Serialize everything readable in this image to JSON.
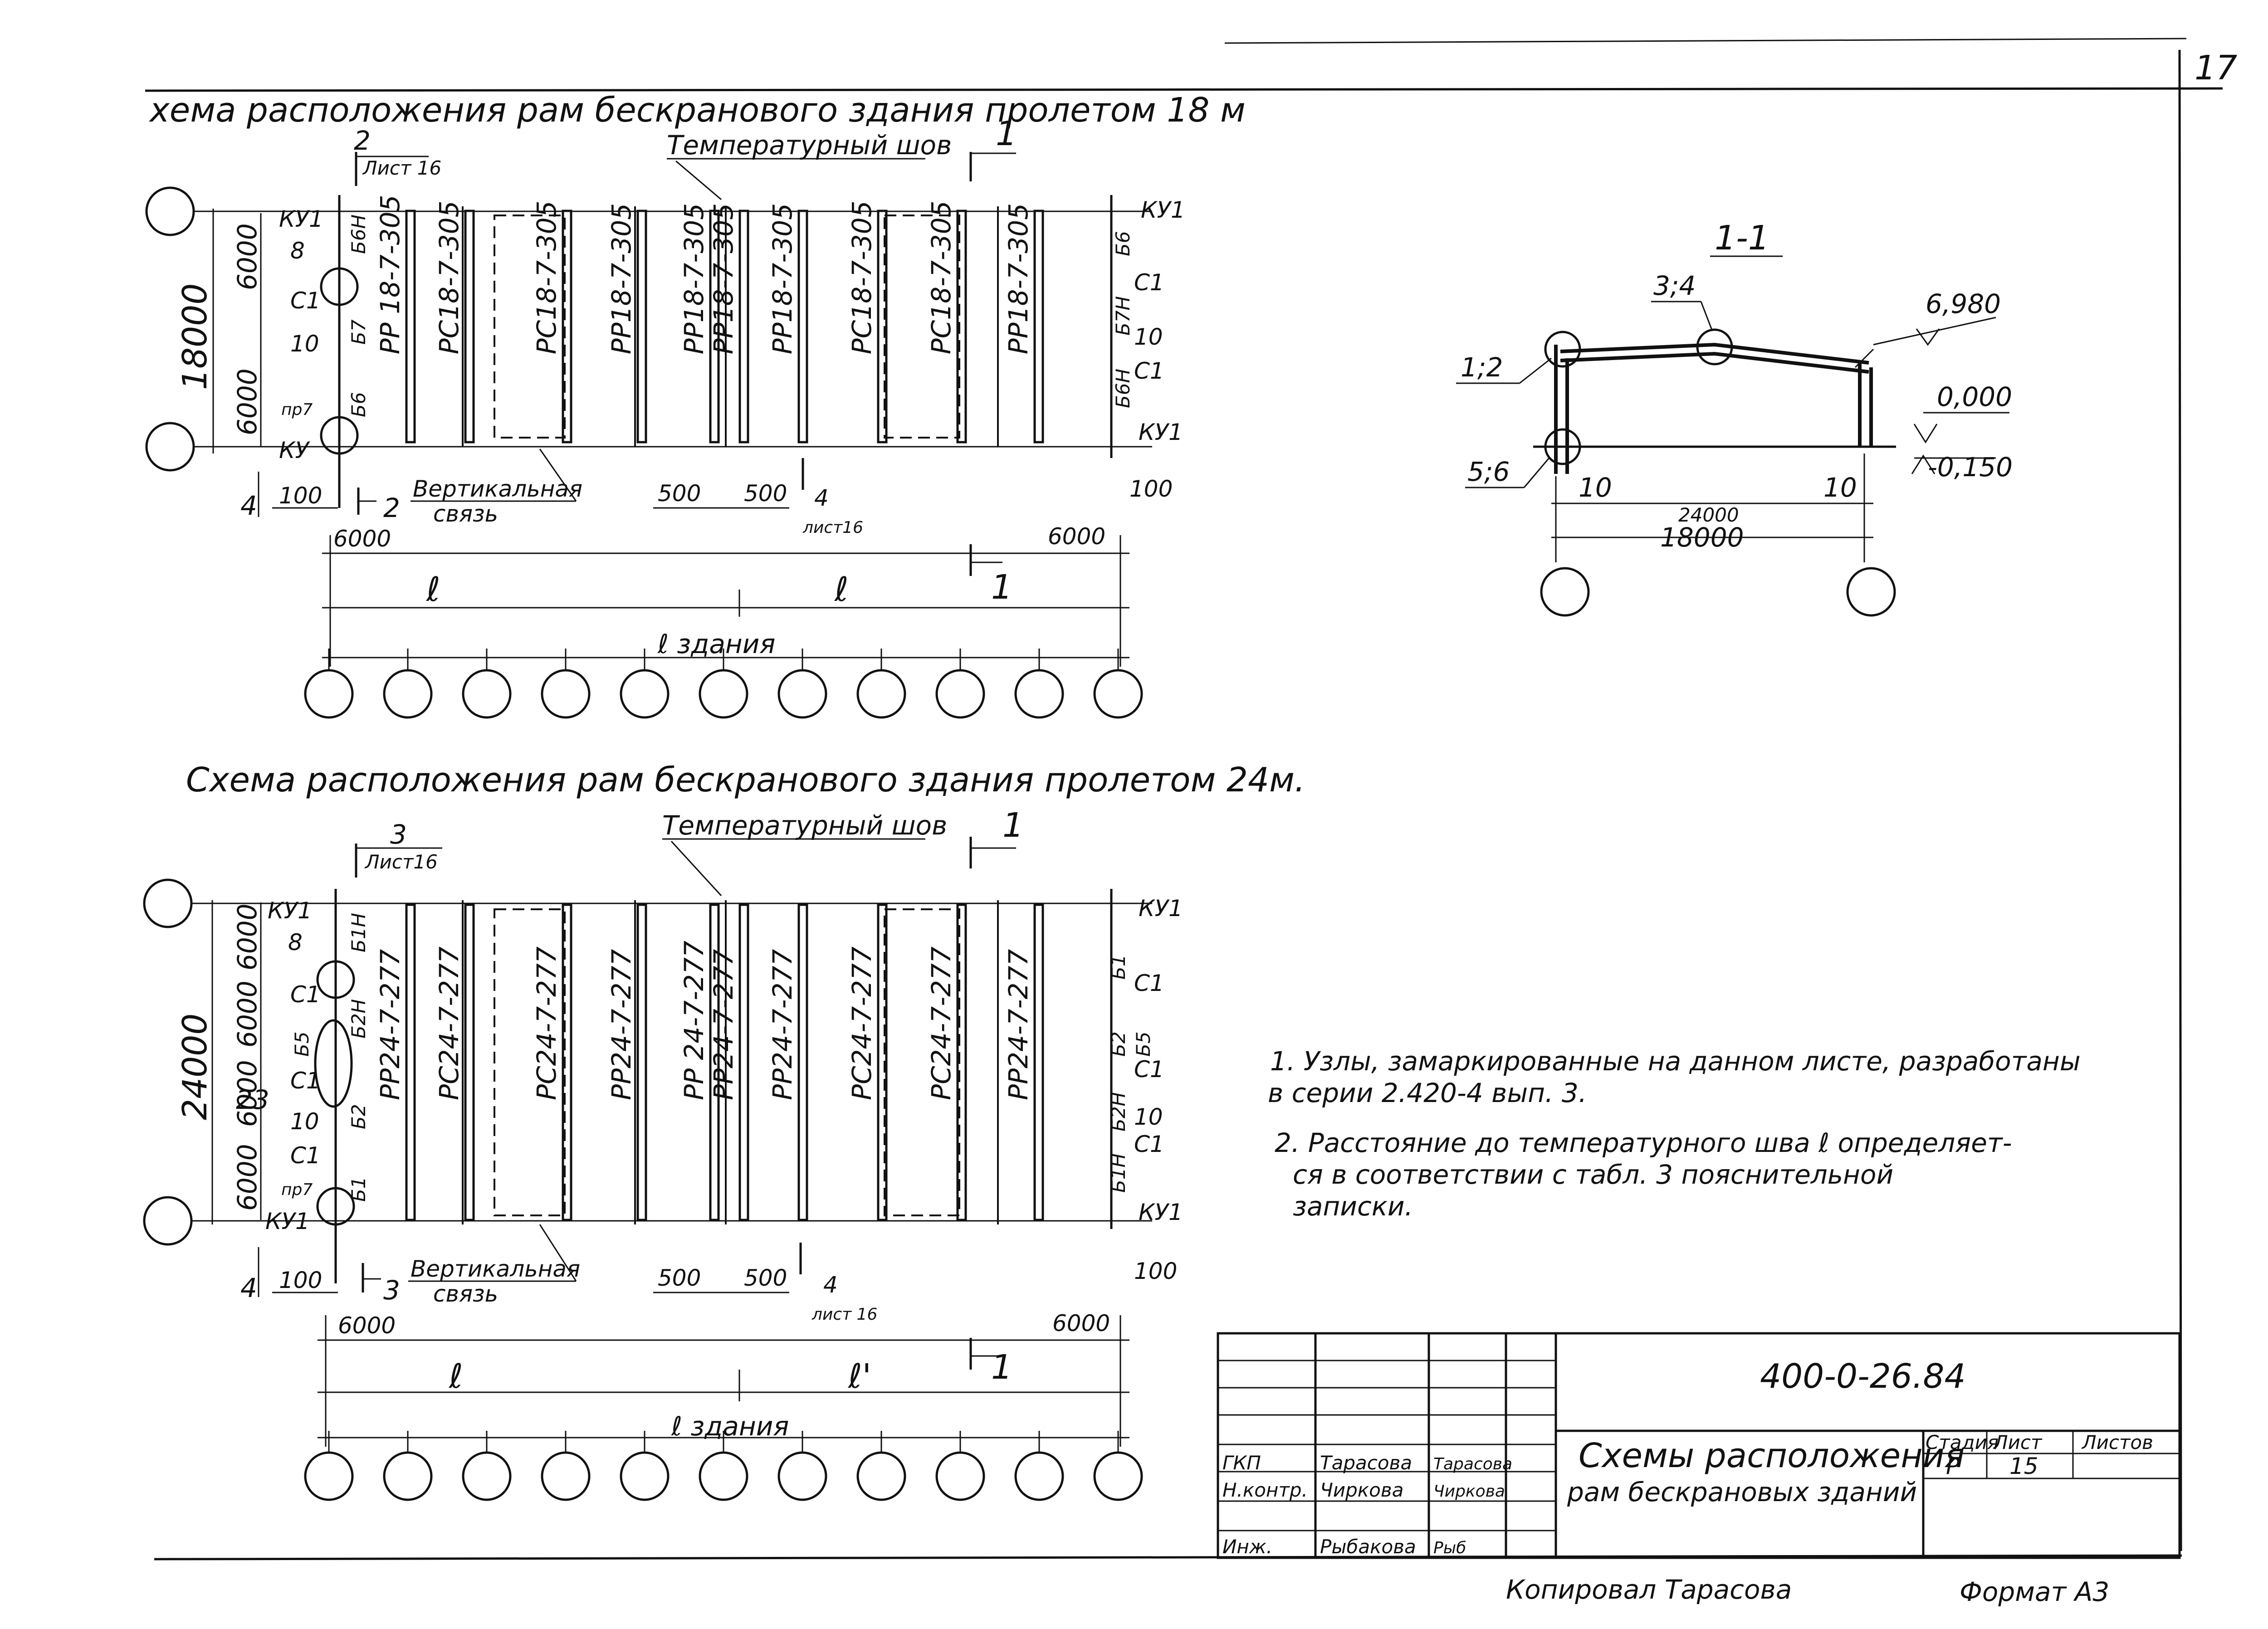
{
  "sheet_corner_number": "17",
  "scheme_18": {
    "title": "хема расположения рам бескранового здания пролетом 18 м",
    "temp_joint": "Температурный шов",
    "section_mark": "1",
    "section_mark_bottom": "1",
    "ref_2_num": "2",
    "ref_2_sheet": "Лист 16",
    "ref_4_num": "4",
    "ref_4_sheet": "лист16",
    "ref_2_bottom": "2",
    "span": "18000",
    "left_dims": [
      "6000",
      "6000"
    ],
    "dim_4": "4",
    "dim_100_left": "100",
    "dim_100_right": "100",
    "dim_500_a": "500",
    "dim_500_b": "500",
    "dim_6000_left": "6000",
    "dim_6000_right": "6000",
    "dim_l_left": "ℓ",
    "dim_l_right": "ℓ",
    "dim_l_building": "ℓ здания",
    "vertical_brace": "Вертикальная",
    "vertical_brace_2": "связь",
    "left_labels": {
      "ku_top": "КУ1",
      "n8": "8",
      "s1": "С1",
      "n10": "10",
      "np7": "пр7",
      "ku_bot": "КУ",
      "b6n": "Б6Н",
      "b7": "Б7",
      "b6": "Б6"
    },
    "right_labels": {
      "ku_top": "КУ1",
      "b6": "Б6",
      "c1a": "С1",
      "b7n": "Б7Н",
      "n10": "10",
      "c1b": "С1",
      "b6n": "Б6Н",
      "ku_bot": "КУ1"
    },
    "frames": [
      "РР 18-7-305",
      "РС18-7-305",
      "РС18-7-305",
      "РР18-7-305",
      "РР18-7-305",
      "РР18-7-305",
      "РР18-7-305",
      "РС18-7-305",
      "РС18-7-305",
      "РР18-7-305"
    ]
  },
  "scheme_24": {
    "title": "Схема расположения рам бескранового здания пролетом 24м.",
    "temp_joint": "Температурный шов",
    "section_mark": "1",
    "section_mark_bottom": "1",
    "ref_3_num": "3",
    "ref_3_sheet": "Лист16",
    "ref_4_num": "4",
    "ref_4_sheet": "лист 16",
    "ref_3_bottom": "3",
    "span": "24000",
    "left_dims": [
      "6000",
      "6000",
      "6000",
      "6000"
    ],
    "dim_23": "23",
    "dim_4": "4",
    "dim_100_left": "100",
    "dim_100_right": "100",
    "dim_500_a": "500",
    "dim_500_b": "500",
    "dim_6000_left": "6000",
    "dim_6000_right": "6000",
    "dim_l_left": "ℓ",
    "dim_l_right": "ℓ'",
    "dim_l_building": "ℓ здания",
    "vertical_brace": "Вертикальная",
    "vertical_brace_2": "связь",
    "left_labels": {
      "ku_top": "КУ1",
      "n8": "8",
      "s1a": "С1",
      "b5": "Б5",
      "s1b": "С1",
      "n10": "10",
      "s1c": "С1",
      "np7": "пр7",
      "ku_bot": "КУ1",
      "b1n": "Б1Н",
      "b2n": "Б2Н",
      "b2": "Б2",
      "b1": "Б1"
    },
    "right_labels": {
      "ku_top": "КУ1",
      "b1": "Б1",
      "c1a": "С1",
      "b5": "Б5",
      "b2": "Б2",
      "c1b": "С1",
      "b2n": "Б2Н",
      "n10": "10",
      "c1c": "С1",
      "b1n": "Б1Н",
      "ku_bot": "КУ1"
    },
    "frames": [
      "РР24-7-277",
      "РС24-7-277",
      "РС24-7-277",
      "РР24-7-277",
      "РР 24-7-277",
      "РР24-7-277",
      "РР24-7-277",
      "РС24-7-277",
      "РС24-7-277",
      "РР24-7-277"
    ]
  },
  "section": {
    "title": "1-1",
    "node_34": "3;4",
    "node_12": "1;2",
    "node_56": "5;6",
    "elev_top": "6,980",
    "elev_zero": "0,000",
    "elev_minus": "-0,150",
    "dim_10_left": "10",
    "dim_10_right": "10",
    "dim_24000": "24000",
    "dim_18000": "18000"
  },
  "notes": [
    "1. Узлы, замаркированные на данном листе, разработаны",
    "в серии 2.420-4 вып. 3.",
    "2. Расстояние до температурного шва ℓ определяет-",
    "ся в соответствии с табл. 3 пояснительной",
    "записки."
  ],
  "title_block": {
    "code": "400-0-26.84",
    "sheet_title_1": "Схемы расположения",
    "sheet_title_2": "рам бескрановых зданий",
    "stage_label": "Стадия",
    "sheet_label": "Лист",
    "sheets_label": "Листов",
    "stage_value": "Р",
    "sheet_value": "15",
    "rows": [
      {
        "role": "",
        "name": "",
        "sign": ""
      },
      {
        "role": "ГКП",
        "name": "Тарасова",
        "sign": "Тарасова"
      },
      {
        "role": "Н.контр.",
        "name": "Чиркова",
        "sign": "Чиркова"
      },
      {
        "role": "",
        "name": "",
        "sign": ""
      },
      {
        "role": "Инж.",
        "name": "Рыбакова",
        "sign": "Рыб"
      }
    ]
  },
  "footer": {
    "copied": "Копировал Тарасова",
    "format": "Формат А3"
  }
}
